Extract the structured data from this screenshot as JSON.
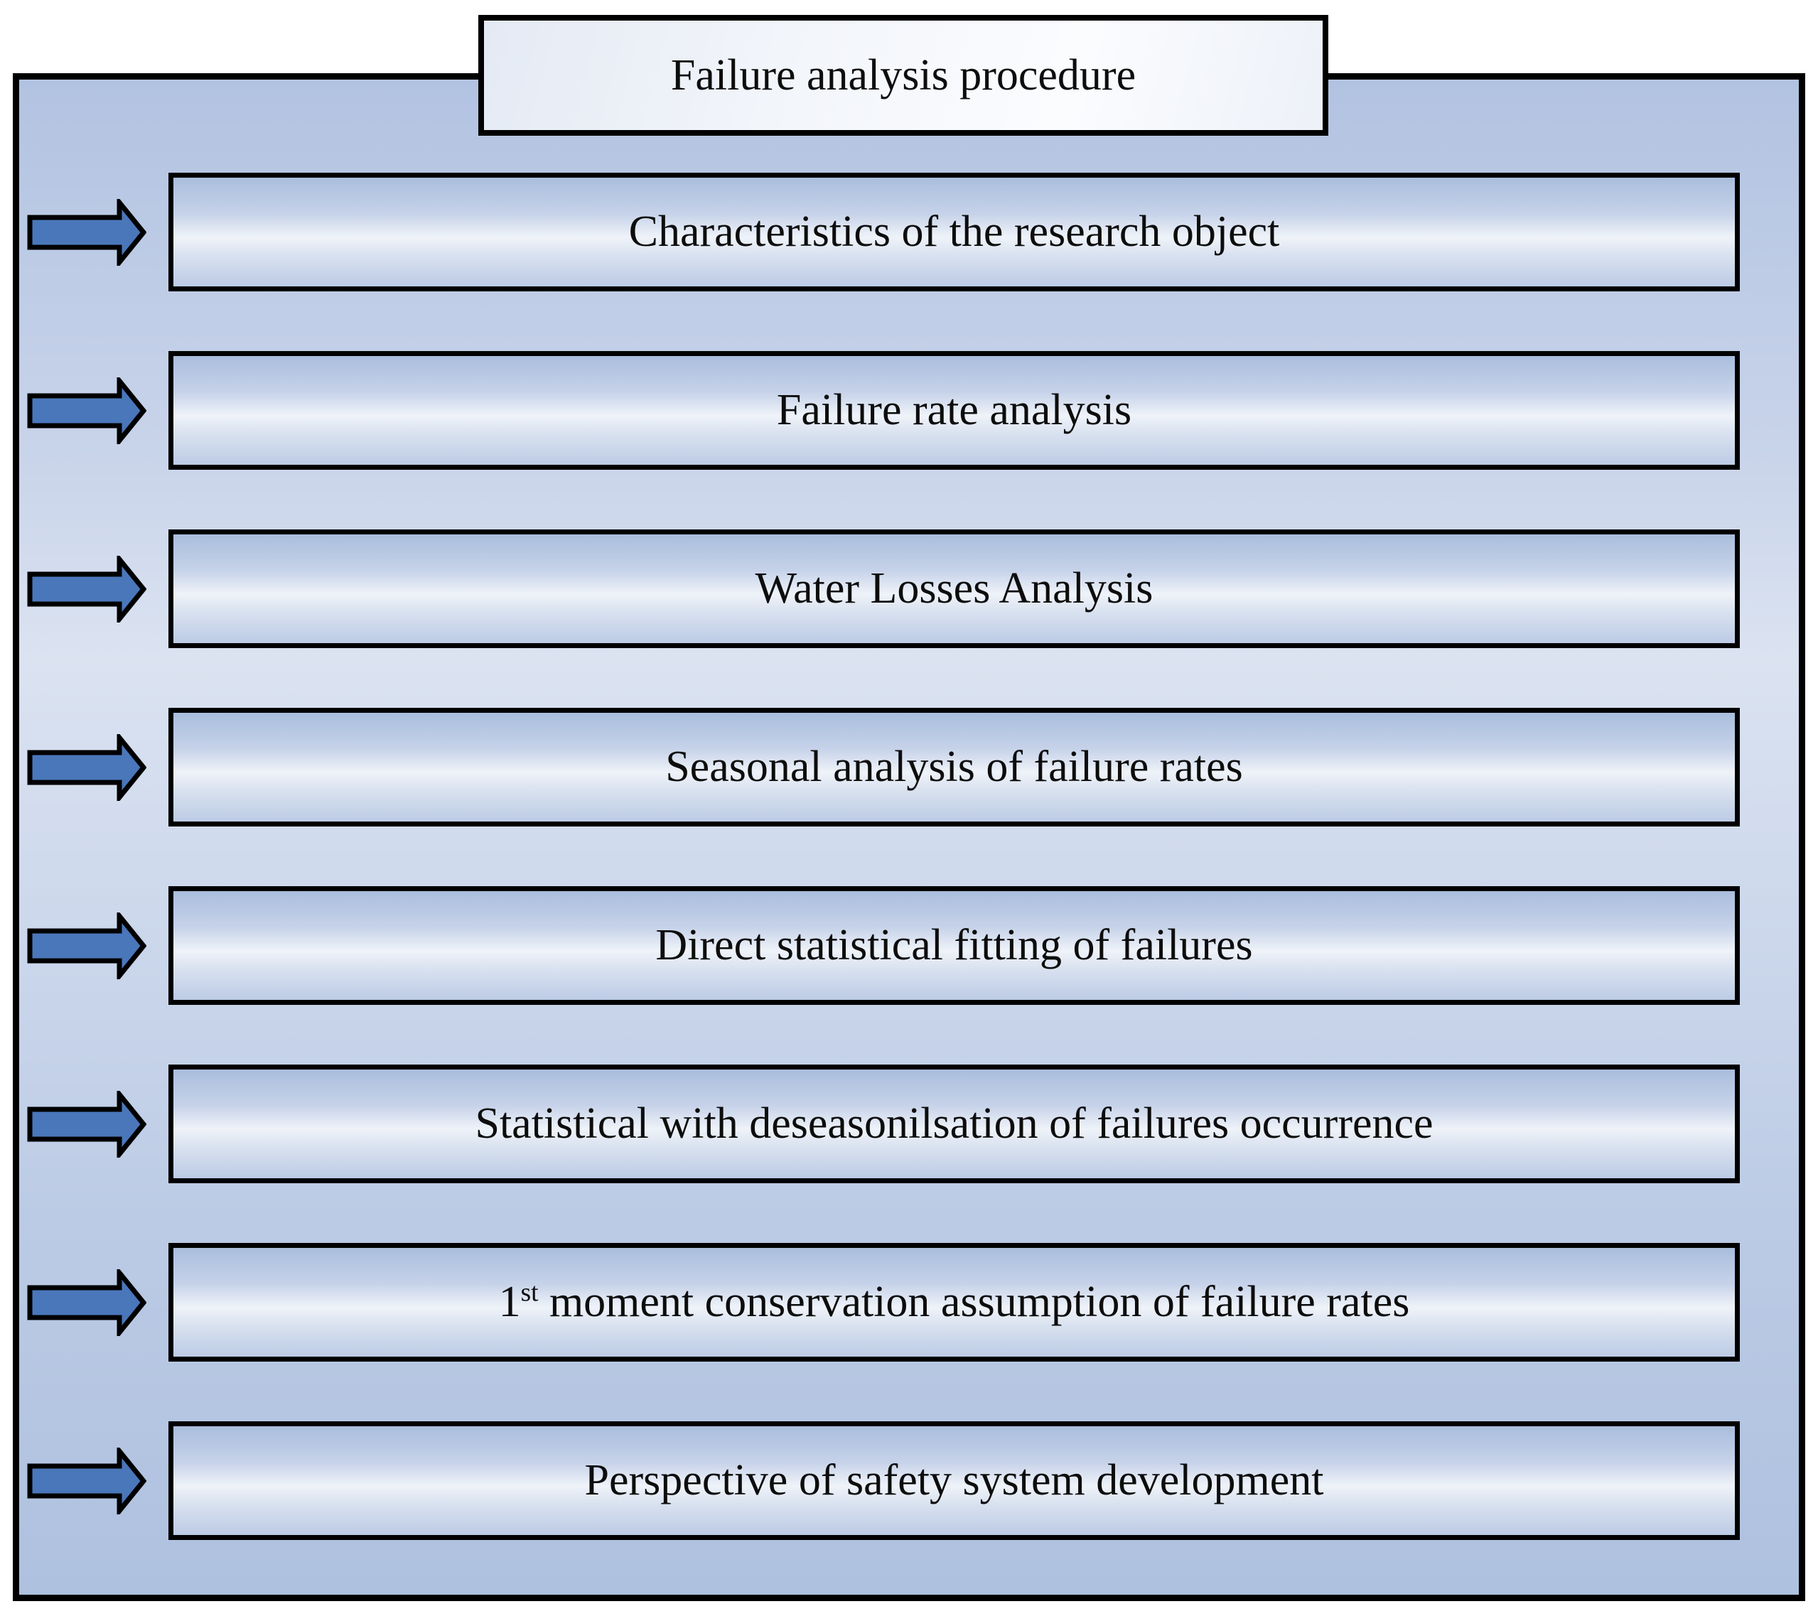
{
  "title": "Failure analysis procedure",
  "colors": {
    "arrow_fill": "#4a77ba",
    "outline": "#000000"
  },
  "steps": [
    {
      "label": "Characteristics of the research object"
    },
    {
      "label": "Failure rate analysis"
    },
    {
      "label": "Water Losses Analysis"
    },
    {
      "label": "Seasonal analysis of failure rates"
    },
    {
      "label": "Direct statistical fitting of failures"
    },
    {
      "label": "Statistical with deseasonilsation of failures occurrence"
    },
    {
      "pre": "1",
      "sup": "st",
      "post": " moment conservation assumption of failure rates"
    },
    {
      "label": "Perspective of safety system development"
    }
  ]
}
